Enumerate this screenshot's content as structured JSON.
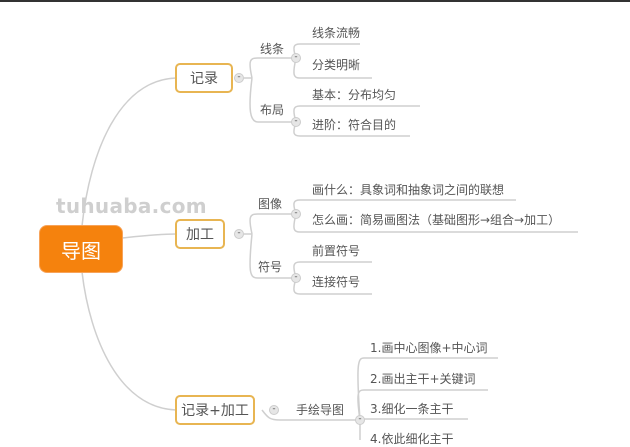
{
  "watermark": "tuhuaba.com",
  "root": {
    "label": "导图",
    "color": "#f5820d"
  },
  "branches": [
    {
      "label": "记录",
      "children": [
        {
          "label": "线条",
          "children": [
            "线条流畅",
            "分类明晰"
          ]
        },
        {
          "label": "布局",
          "children": [
            "基本：分布均匀",
            "进阶：符合目的"
          ]
        }
      ]
    },
    {
      "label": "加工",
      "children": [
        {
          "label": "图像",
          "children": [
            "画什么：具象词和抽象词之间的联想",
            "怎么画：简易画图法（基础图形→组合→加工）"
          ]
        },
        {
          "label": "符号",
          "children": [
            "前置符号",
            "连接符号"
          ]
        }
      ]
    },
    {
      "label": "记录+加工",
      "children": [
        {
          "label": "手绘导图",
          "children": [
            "1.画中心图像+中心词",
            "2.画出主干+关键词",
            "3.细化一条主干",
            "4.依此细化主干"
          ]
        }
      ]
    }
  ],
  "collapse_symbol": "-",
  "colors": {
    "main_border": "#e8b552",
    "line": "#cccccc"
  }
}
